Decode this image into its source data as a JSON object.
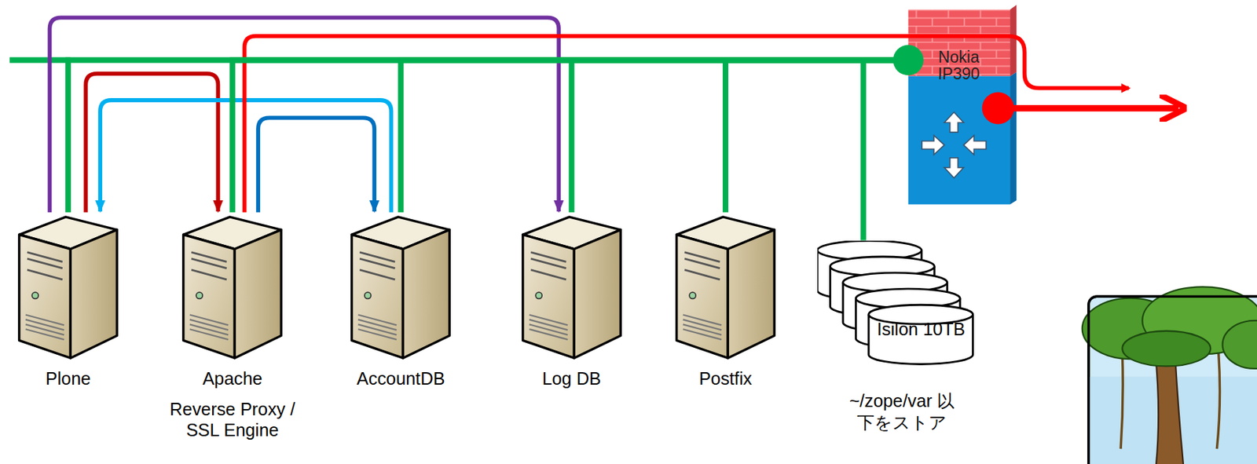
{
  "diagram": {
    "nodes": [
      {
        "text": [
          "Plone"
        ]
      },
      {
        "text": [
          "Apache",
          "Reverse Proxy / SSL Engine"
        ]
      },
      {
        "text": [
          "AccountDB"
        ]
      },
      {
        "text": [
          "Log DB"
        ]
      },
      {
        "text": [
          "Postfix"
        ]
      },
      {
        "text": [
          "Isilon 10TB",
          "~/zope/var 以下をストア"
        ]
      },
      {
        "text": [
          "Nokia IP390"
        ]
      }
    ],
    "edges": [
      {
        "from": 0,
        "to": 1,
        "arrow": "to"
      },
      {
        "from": 0,
        "to": 3,
        "arrow": "to"
      },
      {
        "from": 2,
        "to": 0,
        "arrow": "to"
      },
      {
        "from": 1,
        "to": 2,
        "arrow": "to"
      },
      {
        "from": 1,
        "to": 6,
        "arrow": "none"
      },
      {
        "from": 0,
        "to": 6,
        "arrow": "none"
      },
      {
        "from": 1,
        "to": 6,
        "arrow": "none"
      },
      {
        "from": 2,
        "to": 6,
        "arrow": "none"
      },
      {
        "from": 3,
        "to": 6,
        "arrow": "none"
      },
      {
        "from": 4,
        "to": 6,
        "arrow": "none"
      },
      {
        "from": 5,
        "to": 6,
        "arrow": "none"
      }
    ]
  }
}
